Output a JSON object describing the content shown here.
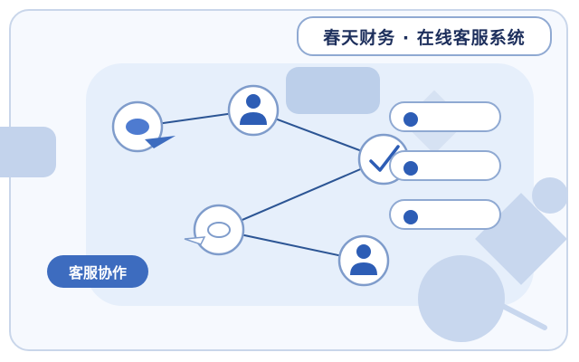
{
  "header": {
    "title": "春天财务 · 在线客服系统"
  },
  "tag": {
    "label": "客服协作"
  },
  "list": {
    "items": [
      {
        "id": 1
      },
      {
        "id": 2
      },
      {
        "id": 3
      }
    ]
  },
  "colors": {
    "accent": "#2d5db5",
    "line": "#2c5594",
    "node_border": "#7f9ccb",
    "panel": "#e6effb"
  },
  "icons": [
    "chat-bubble-icon",
    "user-icon",
    "check-icon",
    "chat-outline-icon",
    "user-icon"
  ]
}
